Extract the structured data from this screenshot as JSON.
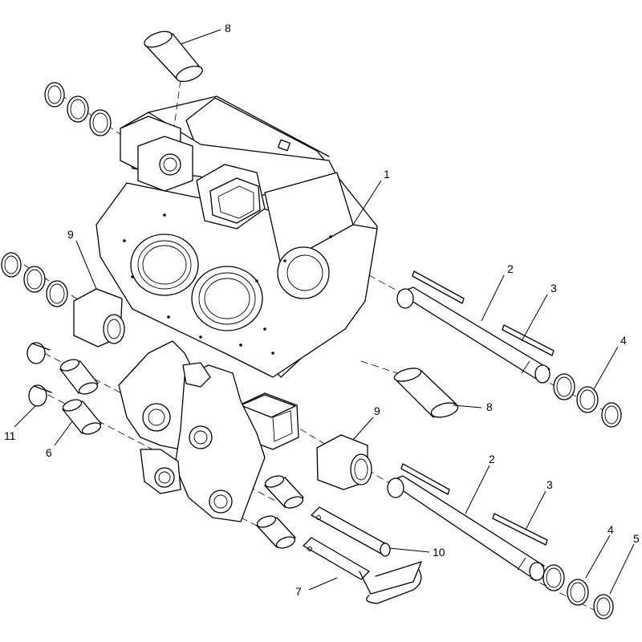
{
  "diagram": {
    "type": "exploded parts diagram",
    "callouts": [
      {
        "id": "c1",
        "label": "1"
      },
      {
        "id": "c2a",
        "label": "2"
      },
      {
        "id": "c2b",
        "label": "2"
      },
      {
        "id": "c3a",
        "label": "3"
      },
      {
        "id": "c3b",
        "label": "3"
      },
      {
        "id": "c4a",
        "label": "4"
      },
      {
        "id": "c4b",
        "label": "4"
      },
      {
        "id": "c5",
        "label": "5"
      },
      {
        "id": "c6",
        "label": "6"
      },
      {
        "id": "c7",
        "label": "7"
      },
      {
        "id": "c8a",
        "label": "8"
      },
      {
        "id": "c8b",
        "label": "8"
      },
      {
        "id": "c9a",
        "label": "9"
      },
      {
        "id": "c9b",
        "label": "9"
      },
      {
        "id": "c10",
        "label": "10"
      },
      {
        "id": "c11",
        "label": "11"
      }
    ]
  }
}
